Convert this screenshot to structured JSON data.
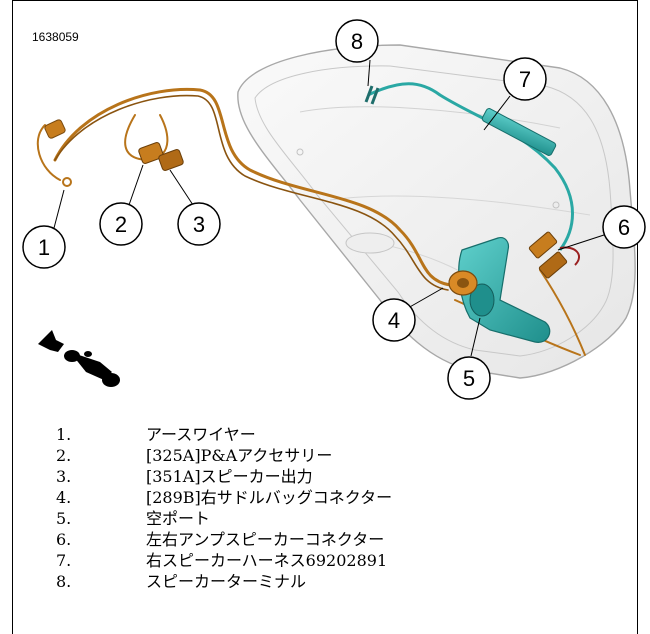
{
  "figure_id": "1638059",
  "callouts": [
    "1",
    "2",
    "3",
    "4",
    "5",
    "6",
    "7",
    "8"
  ],
  "legend": [
    {
      "num": "1.",
      "text": "アースワイヤー"
    },
    {
      "num": "2.",
      "text": "[325A]P&Aアクセサリー"
    },
    {
      "num": "3.",
      "text": "[351A]スピーカー出力"
    },
    {
      "num": "4.",
      "text": "[289B]右サドルバッグコネクター"
    },
    {
      "num": "5.",
      "text": "空ポート"
    },
    {
      "num": "6.",
      "text": "左右アンプスピーカーコネクター"
    },
    {
      "num": "7.",
      "text": "右スピーカーハーネス69202891"
    },
    {
      "num": "8.",
      "text": "スピーカーターミナル"
    }
  ],
  "colors": {
    "harness_copper": "#b8741a",
    "connector_teal": "#2aa8a4",
    "saddlebag_outline": "#a8a8a8"
  },
  "icons": [
    "motorcycle-direction-icon"
  ]
}
